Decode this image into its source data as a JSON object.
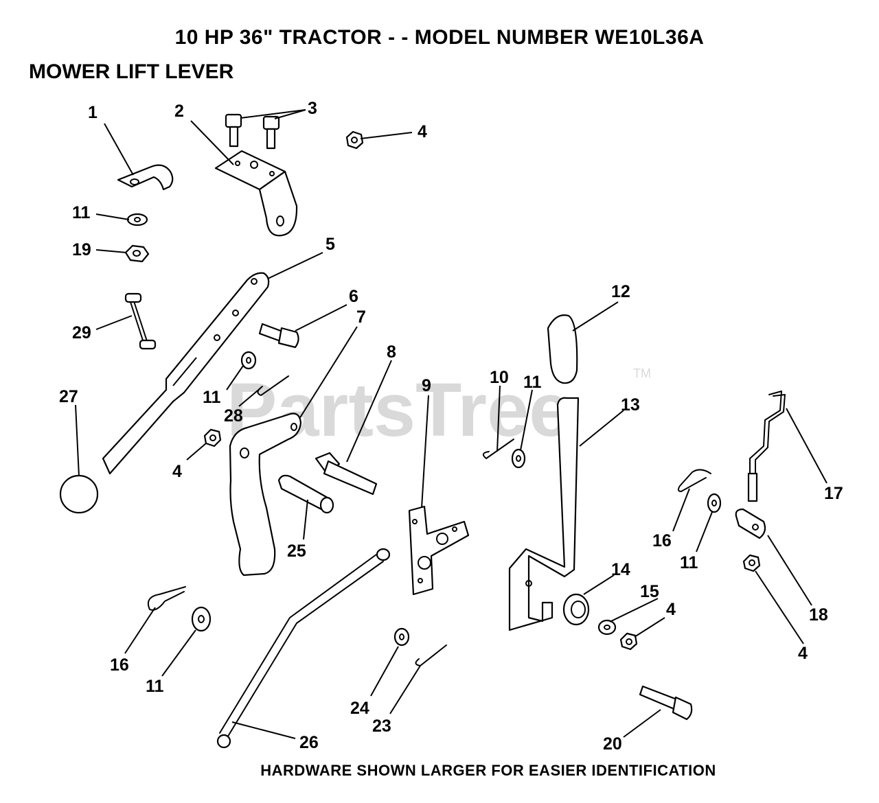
{
  "header": {
    "title": "10 HP 36\" TRACTOR - - MODEL NUMBER WE10L36A",
    "subtitle": "MOWER LIFT LEVER"
  },
  "watermark": {
    "text": "PartsTree",
    "trademark": "TM"
  },
  "footer": {
    "note": "HARDWARE SHOWN LARGER FOR EASIER IDENTIFICATION"
  },
  "callouts": [
    "1",
    "2",
    "3",
    "4",
    "5",
    "6",
    "7",
    "8",
    "9",
    "10",
    "11",
    "12",
    "13",
    "14",
    "15",
    "16",
    "17",
    "18",
    "19",
    "20",
    "23",
    "24",
    "25",
    "26",
    "27",
    "28",
    "29"
  ]
}
